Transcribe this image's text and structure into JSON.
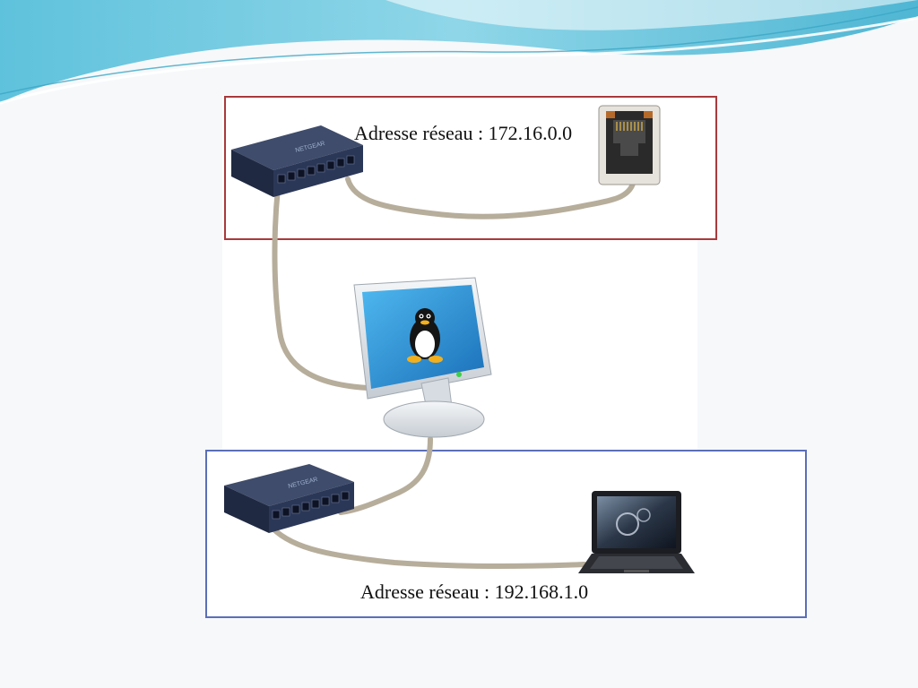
{
  "networks": {
    "top": {
      "label": "Adresse réseau : 172.16.0.0",
      "border_color": "#a93a3c"
    },
    "bottom": {
      "label": "Adresse réseau : 192.168.1.0",
      "border_color": "#5b6fb8"
    }
  },
  "devices": {
    "switch_brand": "NETGEAR",
    "switch_icon": "network-switch-icon",
    "wall_port_icon": "ethernet-wall-jack-icon",
    "monitor_icon": "linux-monitor-icon",
    "laptop_icon": "laptop-icon"
  },
  "colors": {
    "cable": "#b7ad9b",
    "header_wave": "#6cc7df",
    "monitor_screen": "#1d8fd3"
  }
}
